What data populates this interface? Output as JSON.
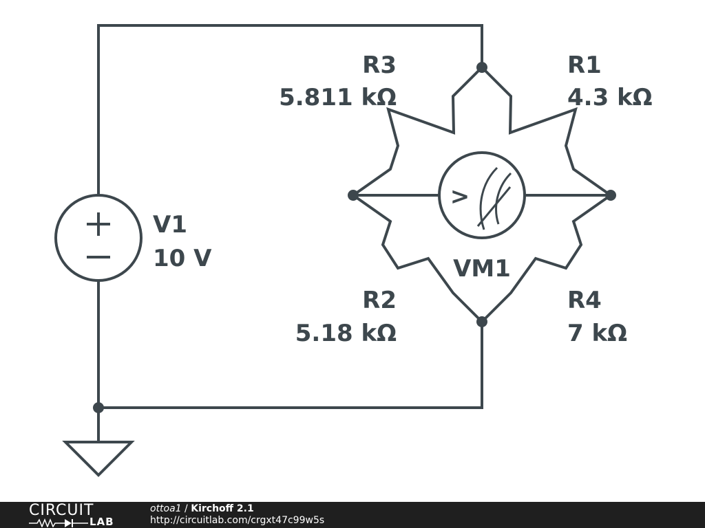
{
  "diagram": {
    "components": {
      "v1": {
        "name": "V1",
        "value": "10 V"
      },
      "r1": {
        "name": "R1",
        "value": "4.3 kΩ"
      },
      "r2": {
        "name": "R2",
        "value": "5.18 kΩ"
      },
      "r3": {
        "name": "R3",
        "value": "5.811 kΩ"
      },
      "r4": {
        "name": "R4",
        "value": "7 kΩ"
      },
      "vm1": {
        "name": "VM1",
        "symbol": ">"
      }
    },
    "colors": {
      "wire": "#3d474d",
      "footer_bg": "#1f1f1f",
      "footer_text": "#ffffff"
    }
  },
  "footer": {
    "logo_top": "CIRCUIT",
    "logo_bottom": "LAB",
    "author": "ottoa1",
    "separator": " / ",
    "title": "Kirchoff 2.1",
    "url": "http://circuitlab.com/crgxt47c99w5s"
  }
}
